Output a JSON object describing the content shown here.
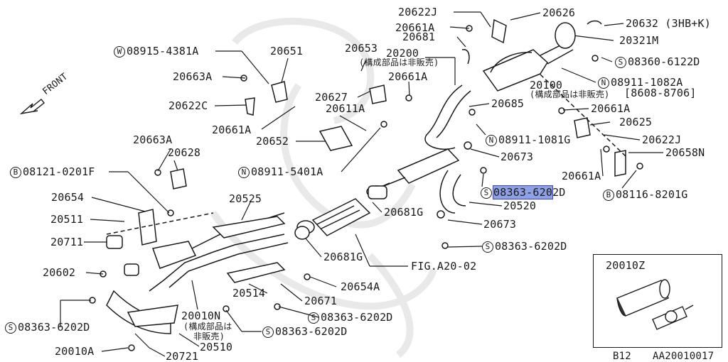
{
  "diagram": {
    "labels": [
      {
        "id": "p20622J_top",
        "text": "20622J"
      },
      {
        "id": "p20626",
        "text": "20626"
      },
      {
        "id": "p20632",
        "text": "20632 (3HB+K)"
      },
      {
        "id": "p20661A_top",
        "text": "20661A"
      },
      {
        "id": "p20681",
        "text": "20681"
      },
      {
        "id": "p20321M",
        "text": "20321M"
      },
      {
        "id": "p08915",
        "prefix": "W",
        "text": "08915-4381A"
      },
      {
        "id": "p20651",
        "text": "20651"
      },
      {
        "id": "p20653",
        "text": "20653"
      },
      {
        "id": "p20200",
        "text": "20200"
      },
      {
        "id": "p20200_note",
        "text": "(構成部品は非販売)"
      },
      {
        "id": "p08360",
        "prefix": "S",
        "text": "08360-6122D"
      },
      {
        "id": "p20663A_1",
        "text": "20663A"
      },
      {
        "id": "p20661A_mid",
        "text": "20661A"
      },
      {
        "id": "p08911_1082A",
        "prefix": "N",
        "text": "08911-1082A"
      },
      {
        "id": "p8608",
        "text": "[8608-8706]"
      },
      {
        "id": "p20100",
        "text": "20100"
      },
      {
        "id": "p20100_note",
        "text": "(構成部品は非販売)"
      },
      {
        "id": "p20627",
        "text": "20627"
      },
      {
        "id": "p20622C",
        "text": "20622C"
      },
      {
        "id": "p20611A",
        "text": "20611A"
      },
      {
        "id": "p20685",
        "text": "20685"
      },
      {
        "id": "p20661A_r",
        "text": "20661A"
      },
      {
        "id": "p20625",
        "text": "20625"
      },
      {
        "id": "p20661A_l",
        "text": "20661A"
      },
      {
        "id": "p20652",
        "text": "20652"
      },
      {
        "id": "p08911_1081G",
        "prefix": "N",
        "text": "08911-1081G"
      },
      {
        "id": "p20622J_r",
        "text": "20622J"
      },
      {
        "id": "p20663A_2",
        "text": "20663A"
      },
      {
        "id": "p20628",
        "text": "20628"
      },
      {
        "id": "p20658N",
        "text": "20658N"
      },
      {
        "id": "p20673_a",
        "text": "20673"
      },
      {
        "id": "p08121",
        "prefix": "B",
        "text": "08121-0201F"
      },
      {
        "id": "p08911_5401A",
        "prefix": "N",
        "text": "08911-5401A"
      },
      {
        "id": "p20661A_low",
        "text": "20661A"
      },
      {
        "id": "p08363_hl",
        "prefix": "S",
        "text": "08363-6202D",
        "highlight": "08363-620"
      },
      {
        "id": "p08116",
        "prefix": "B",
        "text": "08116-8201G"
      },
      {
        "id": "p20654",
        "text": "20654"
      },
      {
        "id": "p20525",
        "text": "20525"
      },
      {
        "id": "p20520",
        "text": "20520"
      },
      {
        "id": "p20511",
        "text": "20511"
      },
      {
        "id": "p20681G_1",
        "text": "20681G"
      },
      {
        "id": "p20673_b",
        "text": "20673"
      },
      {
        "id": "p20711",
        "text": "20711"
      },
      {
        "id": "p08363_b",
        "prefix": "S",
        "text": "08363-6202D"
      },
      {
        "id": "p20681G_2",
        "text": "20681G"
      },
      {
        "id": "pFIG",
        "text": "FIG.A20-02"
      },
      {
        "id": "p20602",
        "text": "20602"
      },
      {
        "id": "p20654A",
        "text": "20654A"
      },
      {
        "id": "p20514",
        "text": "20514"
      },
      {
        "id": "p20671",
        "text": "20671"
      },
      {
        "id": "p20010N",
        "text": "20010N"
      },
      {
        "id": "p20010N_note1",
        "text": "(構成部品は"
      },
      {
        "id": "p20010N_note2",
        "text": "非販売)"
      },
      {
        "id": "p08363_c",
        "prefix": "S",
        "text": "08363-6202D"
      },
      {
        "id": "p08363_l",
        "prefix": "S",
        "text": "08363-6202D"
      },
      {
        "id": "p20510",
        "text": "20510"
      },
      {
        "id": "p08363_d",
        "prefix": "S",
        "text": "08363-6202D"
      },
      {
        "id": "p20010A",
        "text": "20010A"
      },
      {
        "id": "p20721",
        "text": "20721"
      },
      {
        "id": "pFront",
        "text": "FRONT"
      }
    ],
    "inset": {
      "label": "20010Z"
    },
    "footer": {
      "left": "B12",
      "right": "AA20010017"
    }
  },
  "colors": {
    "ink": "#1a1a1a",
    "highlight": "#8fa0e6",
    "watermark": "#e6e6e6"
  }
}
